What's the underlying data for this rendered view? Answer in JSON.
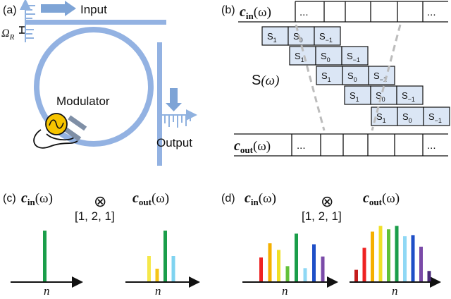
{
  "panel_a": {
    "label": "(a)",
    "input_label": "Input",
    "omega_label": "Ω",
    "omega_sub": "R",
    "modulator_label": "Modulator",
    "output_label": "Output"
  },
  "panel_b": {
    "label": "(b)",
    "cin_main": "c",
    "cin_sub": "in",
    "cin_arg": "(ω)",
    "cout_main": "c",
    "cout_sub": "out",
    "cout_arg": "(ω)",
    "ellipsis": "...",
    "s_label": "S",
    "s_arg": "(ω)",
    "s_cells": [
      "S1",
      "S0",
      "S−1"
    ]
  },
  "panel_c": {
    "label": "(c)",
    "cin_main": "c",
    "cin_sub": "in",
    "cin_arg": "(ω)",
    "otimes": "⊗",
    "kernel": "[1, 2, 1]",
    "cout_main": "c",
    "cout_sub": "out",
    "cout_arg": "(ω)",
    "axis_label": "n"
  },
  "panel_d": {
    "label": "(d)",
    "cin_main": "c",
    "cin_sub": "in",
    "cin_arg": "(ω)",
    "otimes": "⊗",
    "kernel": "[1, 2, 1]",
    "cout_main": "c",
    "cout_sub": "out",
    "cout_arg": "(ω)",
    "axis_label": "n"
  },
  "chart_data": [
    {
      "type": "bar",
      "panel": "c-input",
      "values": [
        1
      ],
      "colors": [
        "#1a9e4a"
      ],
      "xlabel": "n"
    },
    {
      "type": "bar",
      "panel": "c-output",
      "values": [
        0.5,
        0.25,
        1,
        0.5
      ],
      "colors": [
        "#f5e84a",
        "#f5c518",
        "#1a9e4a",
        "#7fd3f0"
      ],
      "xlabel": "n"
    },
    {
      "type": "bar",
      "panel": "d-input",
      "values": [
        0.47,
        0.75,
        0.62,
        0.3,
        0.94,
        0.26,
        0.73,
        0.49
      ],
      "colors": [
        "#ee2222",
        "#f5b000",
        "#f0e028",
        "#62c13a",
        "#1a9e4a",
        "#8fd8f5",
        "#1f4fc7",
        "#7a4aa8"
      ],
      "xlabel": "n"
    },
    {
      "type": "bar",
      "panel": "d-output",
      "values": [
        0.2,
        0.58,
        0.86,
        0.96,
        0.9,
        0.96,
        0.78,
        0.8,
        0.6,
        0.18
      ],
      "colors": [
        "#c41c1c",
        "#ee2222",
        "#f5b000",
        "#f0e028",
        "#62c13a",
        "#1a9e4a",
        "#8fd8f5",
        "#1f4fc7",
        "#7a4aa8",
        "#4a2a7a"
      ],
      "xlabel": "n"
    }
  ]
}
